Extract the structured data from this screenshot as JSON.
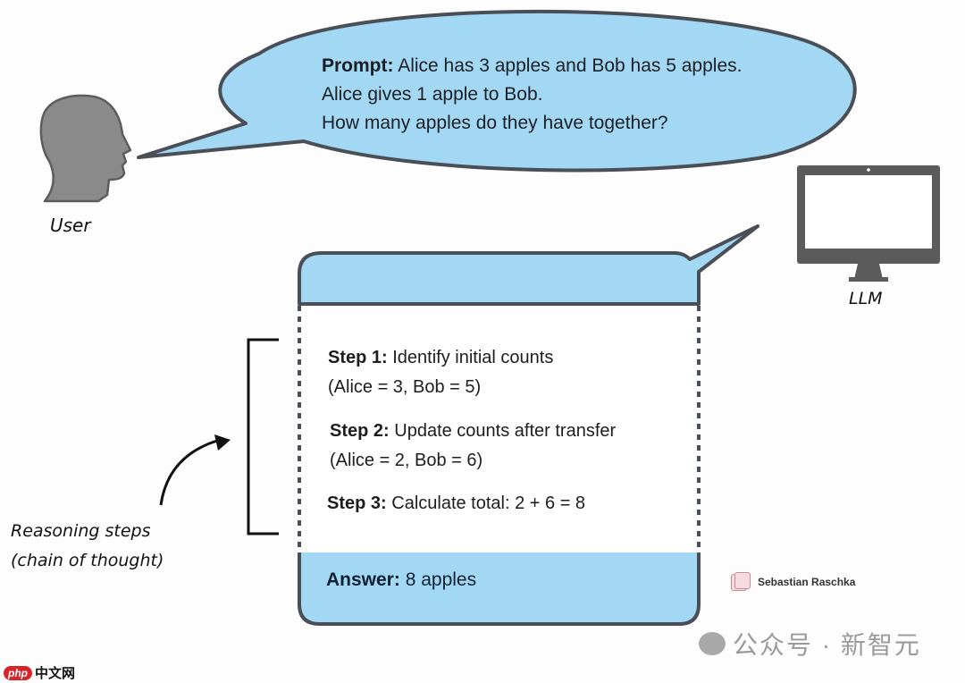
{
  "figure": {
    "type": "chain-of-thought diagram",
    "colors": {
      "bubble_fill": "#a3d8f4",
      "outline": "#4a4f57",
      "icon_gray": "#8a8a8a",
      "background": "#fdfdfd"
    }
  },
  "user": {
    "label": "User",
    "icon": "human-head-silhouette"
  },
  "llm": {
    "label": "LLM",
    "icon": "monitor"
  },
  "prompt": {
    "label": "Prompt:",
    "line1": "Alice has 3 apples and Bob has 5 apples.",
    "line2": "Alice gives 1 apple to Bob.",
    "line3": "How many apples do they have together?"
  },
  "steps": [
    {
      "label": "Step 1:",
      "text": "Identify initial counts",
      "detail": "(Alice = 3, Bob = 5)"
    },
    {
      "label": "Step 2:",
      "text": "Update counts after transfer",
      "detail": "(Alice = 2, Bob = 6)"
    },
    {
      "label": "Step 3:",
      "text": "Calculate total: 2 + 6 = 8"
    }
  ],
  "answer": {
    "label": "Answer:",
    "text": "8 apples"
  },
  "annotation": {
    "line1": "Reasoning steps",
    "line2": "(chain of thought)"
  },
  "credit": {
    "author": "Sebastian Raschka"
  },
  "watermarks": {
    "wechat": "公众号 · 新智元",
    "php_badge": "php",
    "php_text": "中文网"
  }
}
